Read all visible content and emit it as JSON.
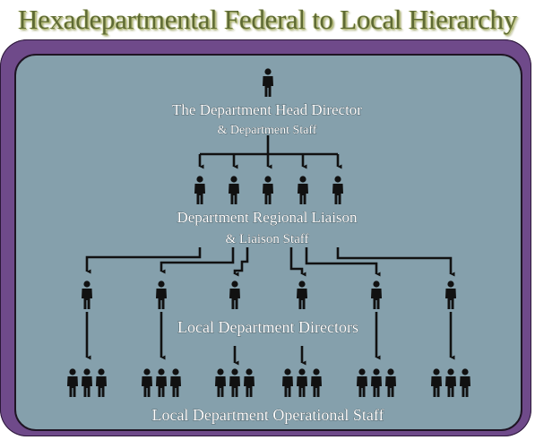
{
  "title": "Hexadepartmental Federal to Local Hierarchy",
  "levels": {
    "head": {
      "line1": "The Department Head Director",
      "line2": "& Department Staff"
    },
    "regional": {
      "line1": "Department Regional Liaison",
      "line2": "& Liaison Staff"
    },
    "local_directors": {
      "line1": "Local Department Directors"
    },
    "operational": {
      "line1": "Local Department Operational Staff"
    }
  },
  "counts": {
    "regional_liaisons": 5,
    "local_departments": 6,
    "staff_per_department": 3
  },
  "colors": {
    "frame": "#6f4a8a",
    "panel": "#85a0ac",
    "figure": "#111111",
    "text": "#ffffff",
    "title": "#5e6a34"
  },
  "icons": {
    "person": "person-icon",
    "arrow": "arrow-down-icon"
  }
}
